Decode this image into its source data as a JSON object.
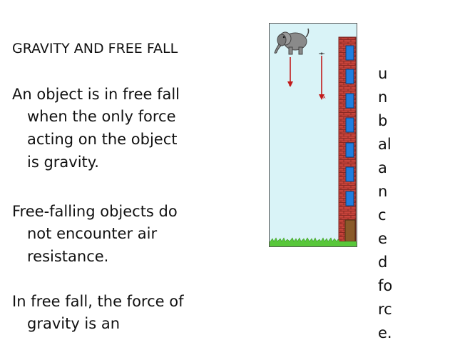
{
  "slide": {
    "title": "GRAVITY AND FREE FALL",
    "paragraphs": [
      {
        "lines": [
          "An object is in free fall",
          "when the only force",
          "acting on the object",
          "is gravity."
        ]
      },
      {
        "lines": [
          "Free-falling objects do",
          "not encounter air",
          "resistance."
        ]
      },
      {
        "lines": [
          "In free fall, the force of",
          "gravity is an"
        ]
      }
    ],
    "vertical_word": [
      "u",
      "n",
      "b",
      "al",
      "a",
      "n",
      "c",
      "e",
      "d",
      "fo",
      "rc",
      "e."
    ]
  },
  "figure": {
    "sky_color": "#d9f3f7",
    "brick_color": "#c8443b",
    "window_color": "#1e7ee0",
    "door_color": "#8a5a2a",
    "grass_color": "#58c73a",
    "arrow_color": "#c21b1b",
    "elephant_color": "#8a8a8a"
  }
}
